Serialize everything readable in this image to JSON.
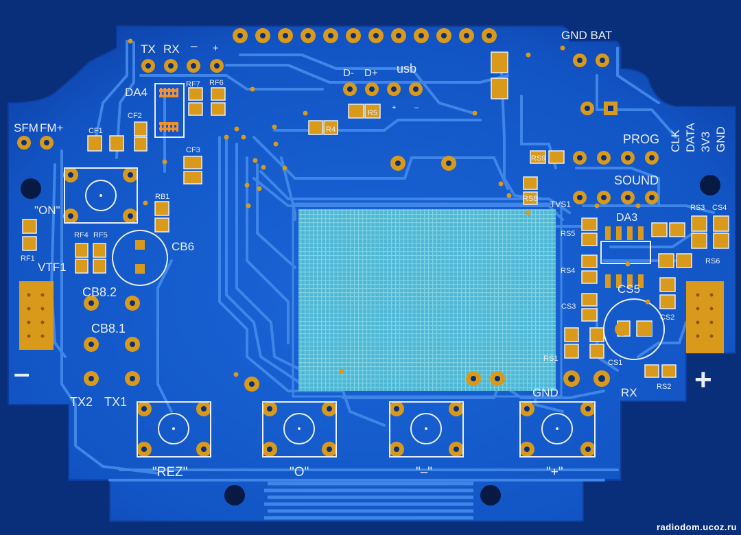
{
  "board": {
    "colors": {
      "background": "#0a2f7a",
      "board": "#1256c9",
      "trace": "#3f86e8",
      "pad": "#d99a1c",
      "silk": "#e8eef8",
      "lcd_window": "#5cc0d8"
    },
    "labels": {
      "tx": "TX",
      "rx_top": "RX",
      "minus_top": "–",
      "plus_top": "+",
      "gnd_bat": "GND BAT",
      "d_minus": "D-",
      "d_plus": "D+",
      "usb": "usb",
      "usb_plus": "+",
      "usb_minus": "–",
      "da4": "DA4",
      "rf7": "RF7",
      "rf6": "RF6",
      "cf2": "CF2",
      "cf1": "CF1",
      "cf3": "CF3",
      "r5": "R5",
      "r4": "R4",
      "sfm": "SFM",
      "fm_plus": "FM+",
      "on": "\"ON\"",
      "rb1": "RB1",
      "rf4": "RF4",
      "rf5": "RF5",
      "rf1": "RF1",
      "vtf1": "VTF1",
      "cb6": "CB6",
      "cb8_2": "CB8.2",
      "cb8_1": "CB8.1",
      "tx2": "TX2",
      "tx1": "TX1",
      "prog": "PROG",
      "clk": "CLK",
      "data": "DATA",
      "v3v3": "3V3",
      "gnd_right": "GND",
      "sound": "SOUND",
      "rs9": "RS9",
      "rs8": "RS8",
      "tvs1": "TVS1",
      "da3": "DA3",
      "rs3": "RS3",
      "cs4": "CS4",
      "rs5": "RS5",
      "rs4": "RS4",
      "rs6": "RS6",
      "cs3": "CS3",
      "cs5": "CS5",
      "cs2": "CS2",
      "rs1": "RS1",
      "cs1": "CS1",
      "rs2": "RS2",
      "gnd_bottom": "GND",
      "rx_bottom": "RX",
      "btn_rez": "\"REZ\"",
      "btn_o": "\"O\"",
      "btn_minus": "\"–\"",
      "btn_plus": "\"+\"",
      "batt_minus": "–",
      "batt_plus": "+"
    },
    "watermark": "radiodom.ucoz.ru"
  }
}
